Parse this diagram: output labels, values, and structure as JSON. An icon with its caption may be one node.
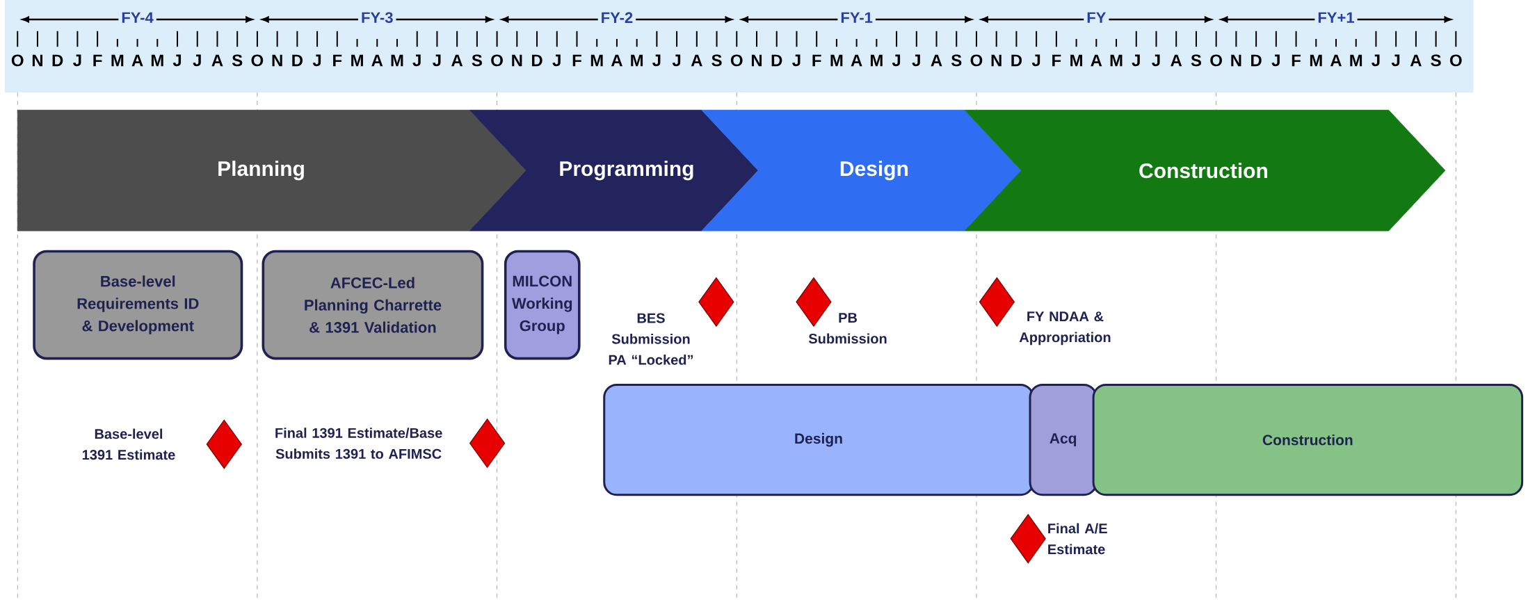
{
  "diagram": {
    "nodes": [
      {
        "text": [
          "Planning"
        ]
      },
      {
        "text": [
          "Programming"
        ]
      },
      {
        "text": [
          "Design"
        ]
      },
      {
        "text": [
          "Construction"
        ]
      },
      {
        "text": [
          "Base-level Requirements ID & Development"
        ]
      },
      {
        "text": [
          "AFCEC-Led Planning Charrette & 1391 Validation"
        ]
      },
      {
        "text": [
          "MILCON Working Group"
        ]
      },
      {
        "text": [],
        "shape": "diamond",
        "beside": [
          "BES Submission PA “Locked”"
        ]
      },
      {
        "text": [],
        "shape": "diamond",
        "beside": [
          "PB Submission"
        ]
      },
      {
        "text": [],
        "shape": "diamond",
        "beside": [
          "FY NDAA & Appropriation"
        ]
      },
      {
        "text": [],
        "shape": "diamond",
        "beside": [
          "Base-level 1391 Estimate"
        ]
      },
      {
        "text": [],
        "shape": "diamond",
        "beside": [
          "Final 1391 Estimate/Base Submits 1391 to AFIMSC"
        ]
      },
      {
        "text": [
          "Design"
        ]
      },
      {
        "text": [
          "Acq"
        ]
      },
      {
        "text": [
          "Construction"
        ]
      },
      {
        "text": [],
        "shape": "diamond",
        "beside": [
          "Final A/E Estimate"
        ]
      }
    ],
    "labels": [
      "FY-4",
      "FY-3",
      "FY-2",
      "FY-1",
      "FY",
      "FY+1",
      "O",
      "N",
      "D",
      "J",
      "F",
      "M",
      "A",
      "M",
      "J",
      "J",
      "A",
      "S",
      "O",
      "N",
      "D",
      "J",
      "F",
      "M",
      "A",
      "M",
      "J",
      "J",
      "A",
      "S",
      "O",
      "N",
      "D",
      "J",
      "F",
      "M",
      "A",
      "M",
      "J",
      "J",
      "A",
      "S",
      "O",
      "N",
      "D",
      "J",
      "F",
      "M",
      "A",
      "M",
      "J",
      "J",
      "A",
      "S",
      "O",
      "N",
      "D",
      "J",
      "F",
      "M",
      "A",
      "M",
      "J",
      "J",
      "A",
      "S",
      "O",
      "N",
      "D",
      "J",
      "F",
      "M",
      "A",
      "M",
      "J",
      "J",
      "A",
      "S",
      "O"
    ]
  }
}
